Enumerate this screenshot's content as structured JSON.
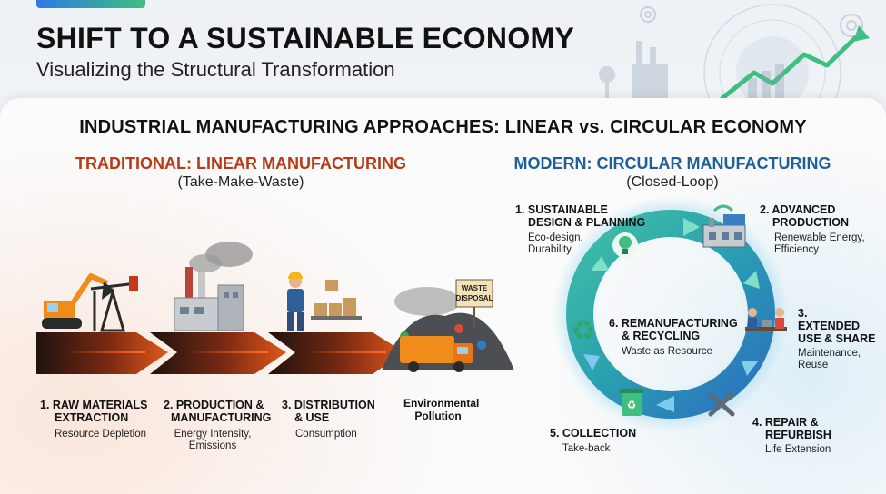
{
  "header": {
    "title": "SHIFT TO A SUSTAINABLE ECONOMY",
    "subtitle": "Visualizing the Structural Transformation"
  },
  "section_title": "INDUSTRIAL MANUFACTURING APPROACHES: LINEAR vs. CIRCULAR ECONOMY",
  "linear": {
    "heading": "TRADITIONAL: LINEAR MANUFACTURING",
    "subheading": "(Take-Make-Waste)",
    "steps": [
      {
        "title_l1": "1. RAW MATERIALS",
        "title_l2": "EXTRACTION",
        "desc_l1": "Resource Depletion",
        "desc_l2": ""
      },
      {
        "title_l1": "2. PRODUCTION &",
        "title_l2": "MANUFACTURING",
        "desc_l1": "Energy Intensity,",
        "desc_l2": "Emissions"
      },
      {
        "title_l1": "3. DISTRIBUTION",
        "title_l2": "& USE",
        "desc_l1": "Consumption",
        "desc_l2": ""
      },
      {
        "title_l1": "Environmental",
        "title_l2": "Pollution",
        "desc_l1": "",
        "desc_l2": ""
      }
    ],
    "waste_sign_l1": "WASTE",
    "waste_sign_l2": "DISPOSAL"
  },
  "circular": {
    "heading": "MODERN: CIRCULAR MANUFACTURING",
    "subheading": "(Closed-Loop)",
    "steps": [
      {
        "title_l1": "1. SUSTAINABLE",
        "title_l2": "DESIGN & PLANNING",
        "desc_l1": "Eco-design,",
        "desc_l2": "Durability"
      },
      {
        "title_l1": "2. ADVANCED",
        "title_l2": "PRODUCTION",
        "desc_l1": "Renewable Energy,",
        "desc_l2": "Efficiency"
      },
      {
        "title_l1": "3.",
        "title_l2": "EXTENDED",
        "title_l3": "USE & SHARE",
        "desc_l1": "Maintenance,",
        "desc_l2": "Reuse"
      },
      {
        "title_l1": "4. REPAIR &",
        "title_l2": "REFURBISH",
        "desc_l1": "Life Extension",
        "desc_l2": ""
      },
      {
        "title_l1": "5. COLLECTION",
        "title_l2": "",
        "desc_l1": "Take-back",
        "desc_l2": ""
      },
      {
        "title_l1": "6. REMANUFACTURING",
        "title_l2": "& RECYCLING",
        "desc_l1": "Waste as Resource",
        "desc_l2": ""
      }
    ]
  },
  "icons": [
    "excavator-icon",
    "oil-pump-icon",
    "factory-icon",
    "worker-icon",
    "boxes-icon",
    "landfill-icon",
    "garbage-truck-icon",
    "lightbulb-icon",
    "solar-factory-icon",
    "people-sharing-icon",
    "wrench-icon",
    "recycle-bin-icon",
    "recycle-icon",
    "gear-icon",
    "growth-arrow-icon"
  ],
  "colors": {
    "linear_accent": "#b83a16",
    "circular_accent": "#1e5f99",
    "arrow_dark": "#2a1a14",
    "arrow_red": "#d9441a",
    "loop_teal": "#2aa89a",
    "loop_blue": "#2b78c5"
  }
}
